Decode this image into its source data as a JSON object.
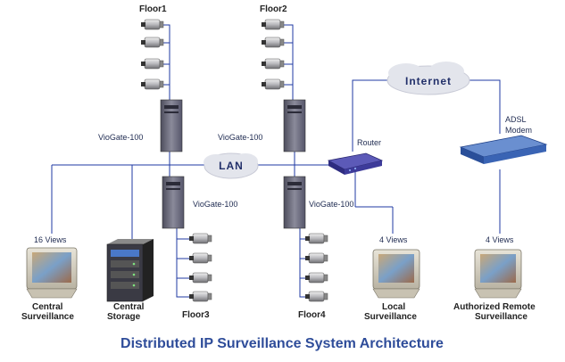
{
  "title": "Distributed IP Surveillance System Architecture",
  "floors": {
    "floor1": "Floor1",
    "floor2": "Floor2",
    "floor3": "Floor3",
    "floor4": "Floor4"
  },
  "gateways": {
    "gw1": "VioGate-100",
    "gw2": "VioGate-100",
    "gw3": "VioGate-100",
    "gw4": "VioGate-100"
  },
  "network": {
    "lan": "LAN",
    "internet": "Internet",
    "router": "Router",
    "modem_line1": "ADSL",
    "modem_line2": "Modem"
  },
  "monitors": {
    "central_views": "16 Views",
    "local_views": "4 Views",
    "remote_views": "4 Views",
    "central_line1": "Central",
    "central_line2": "Surveillance",
    "storage_line1": "Central",
    "storage_line2": "Storage",
    "local_line1": "Local",
    "local_line2": "Surveillance",
    "remote_line1": "Authorized Remote",
    "remote_line2": "Surveillance"
  },
  "colors": {
    "line": "#1f3aa3",
    "server": "#6a6a7a",
    "cloud": "#e3e5ec",
    "title": "#2f4d9a"
  }
}
